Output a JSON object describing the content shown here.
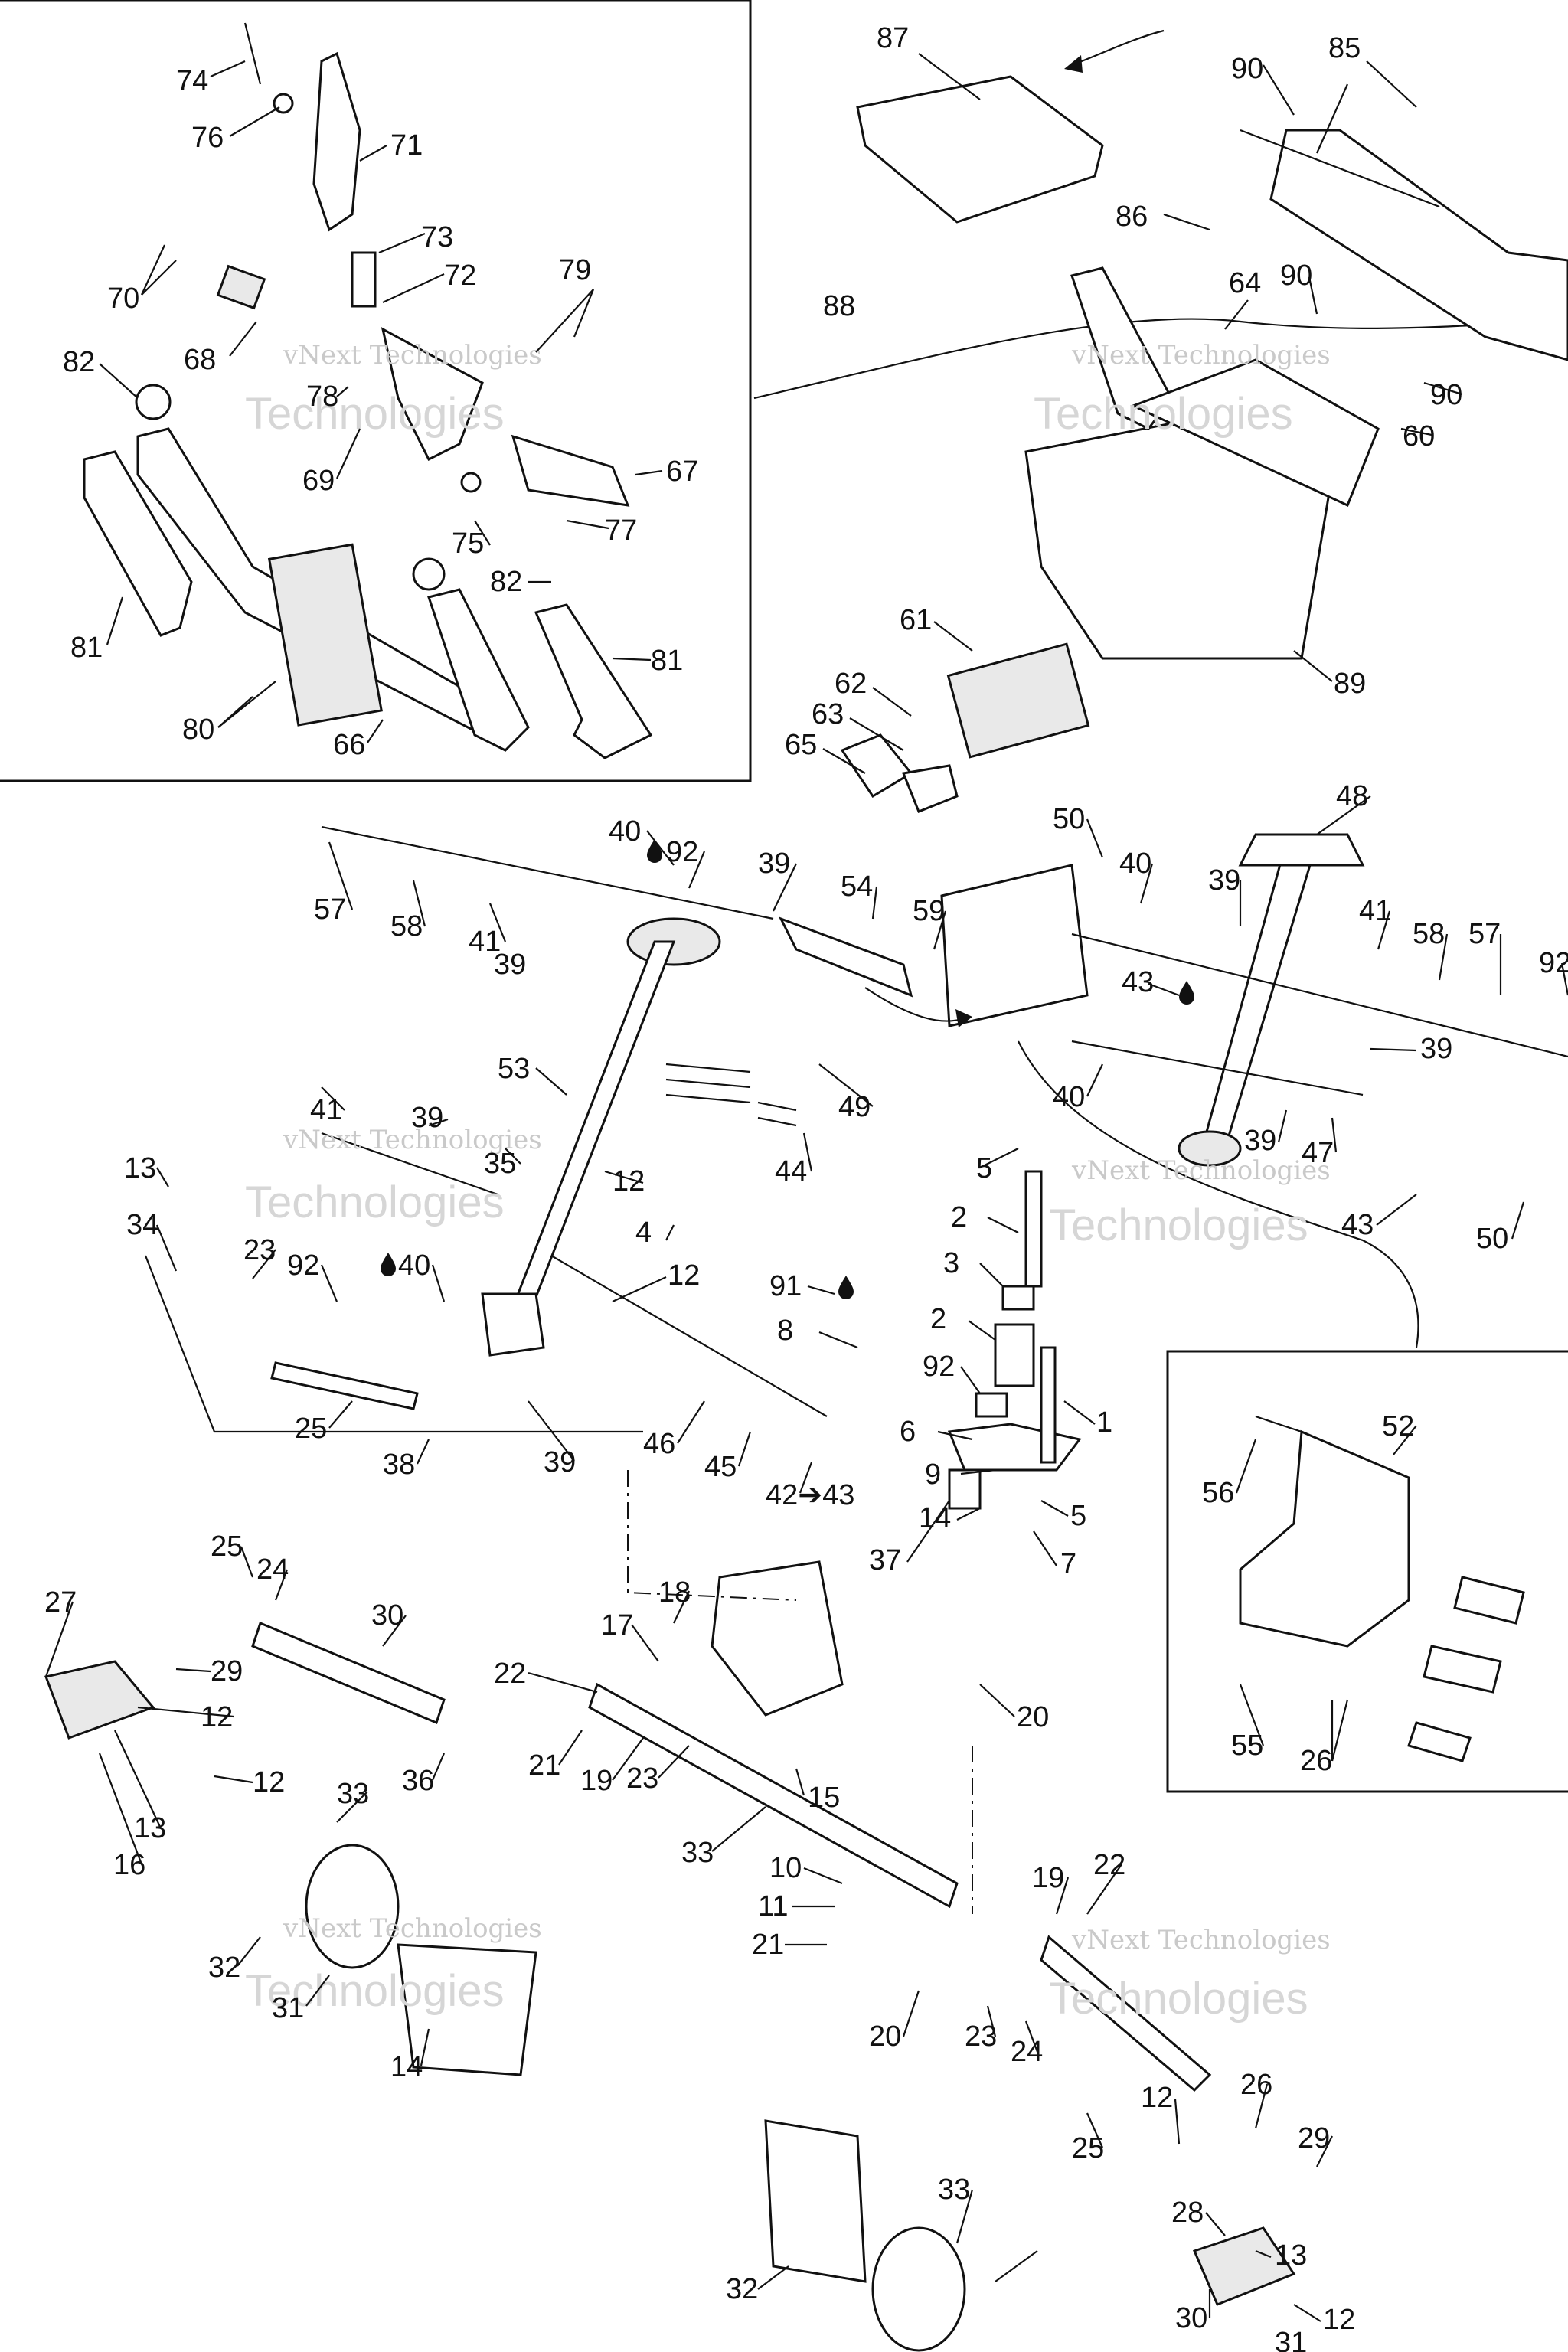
{
  "watermark": {
    "line1": "vNext Technologies",
    "line2": "Technologies"
  },
  "callouts": [
    "74",
    "76",
    "71",
    "70",
    "73",
    "72",
    "68",
    "79",
    "82",
    "78",
    "69",
    "67",
    "75",
    "77",
    "82",
    "81",
    "81",
    "80",
    "66",
    "87",
    "85",
    "90",
    "86",
    "88",
    "64",
    "90",
    "90",
    "60",
    "61",
    "89",
    "62",
    "63",
    "65",
    "50",
    "48",
    "40",
    "92",
    "39",
    "54",
    "59",
    "57",
    "58",
    "41",
    "39",
    "40",
    "39",
    "41",
    "58",
    "57",
    "92",
    "43",
    "39",
    "40",
    "39",
    "47",
    "53",
    "49",
    "44",
    "41",
    "39",
    "35",
    "13",
    "12",
    "34",
    "23",
    "92",
    "40",
    "12",
    "4",
    "5",
    "2",
    "3",
    "2",
    "92",
    "91",
    "8",
    "1",
    "6",
    "9",
    "5",
    "14",
    "7",
    "37",
    "25",
    "38",
    "39",
    "46",
    "45",
    "42➔43",
    "43",
    "50",
    "52",
    "56",
    "55",
    "26",
    "25",
    "24",
    "30",
    "27",
    "12",
    "29",
    "12",
    "13",
    "16",
    "18",
    "17",
    "20",
    "22",
    "21",
    "19",
    "23",
    "36",
    "15",
    "33",
    "33",
    "32",
    "31",
    "14",
    "10",
    "11",
    "21",
    "19",
    "22",
    "20",
    "23",
    "24",
    "25",
    "26",
    "29",
    "12",
    "28",
    "13",
    "30",
    "12",
    "31",
    "32",
    "33"
  ],
  "icons": {
    "lubricant": "oil-drop-icon",
    "arrow": "arrow-icon"
  }
}
